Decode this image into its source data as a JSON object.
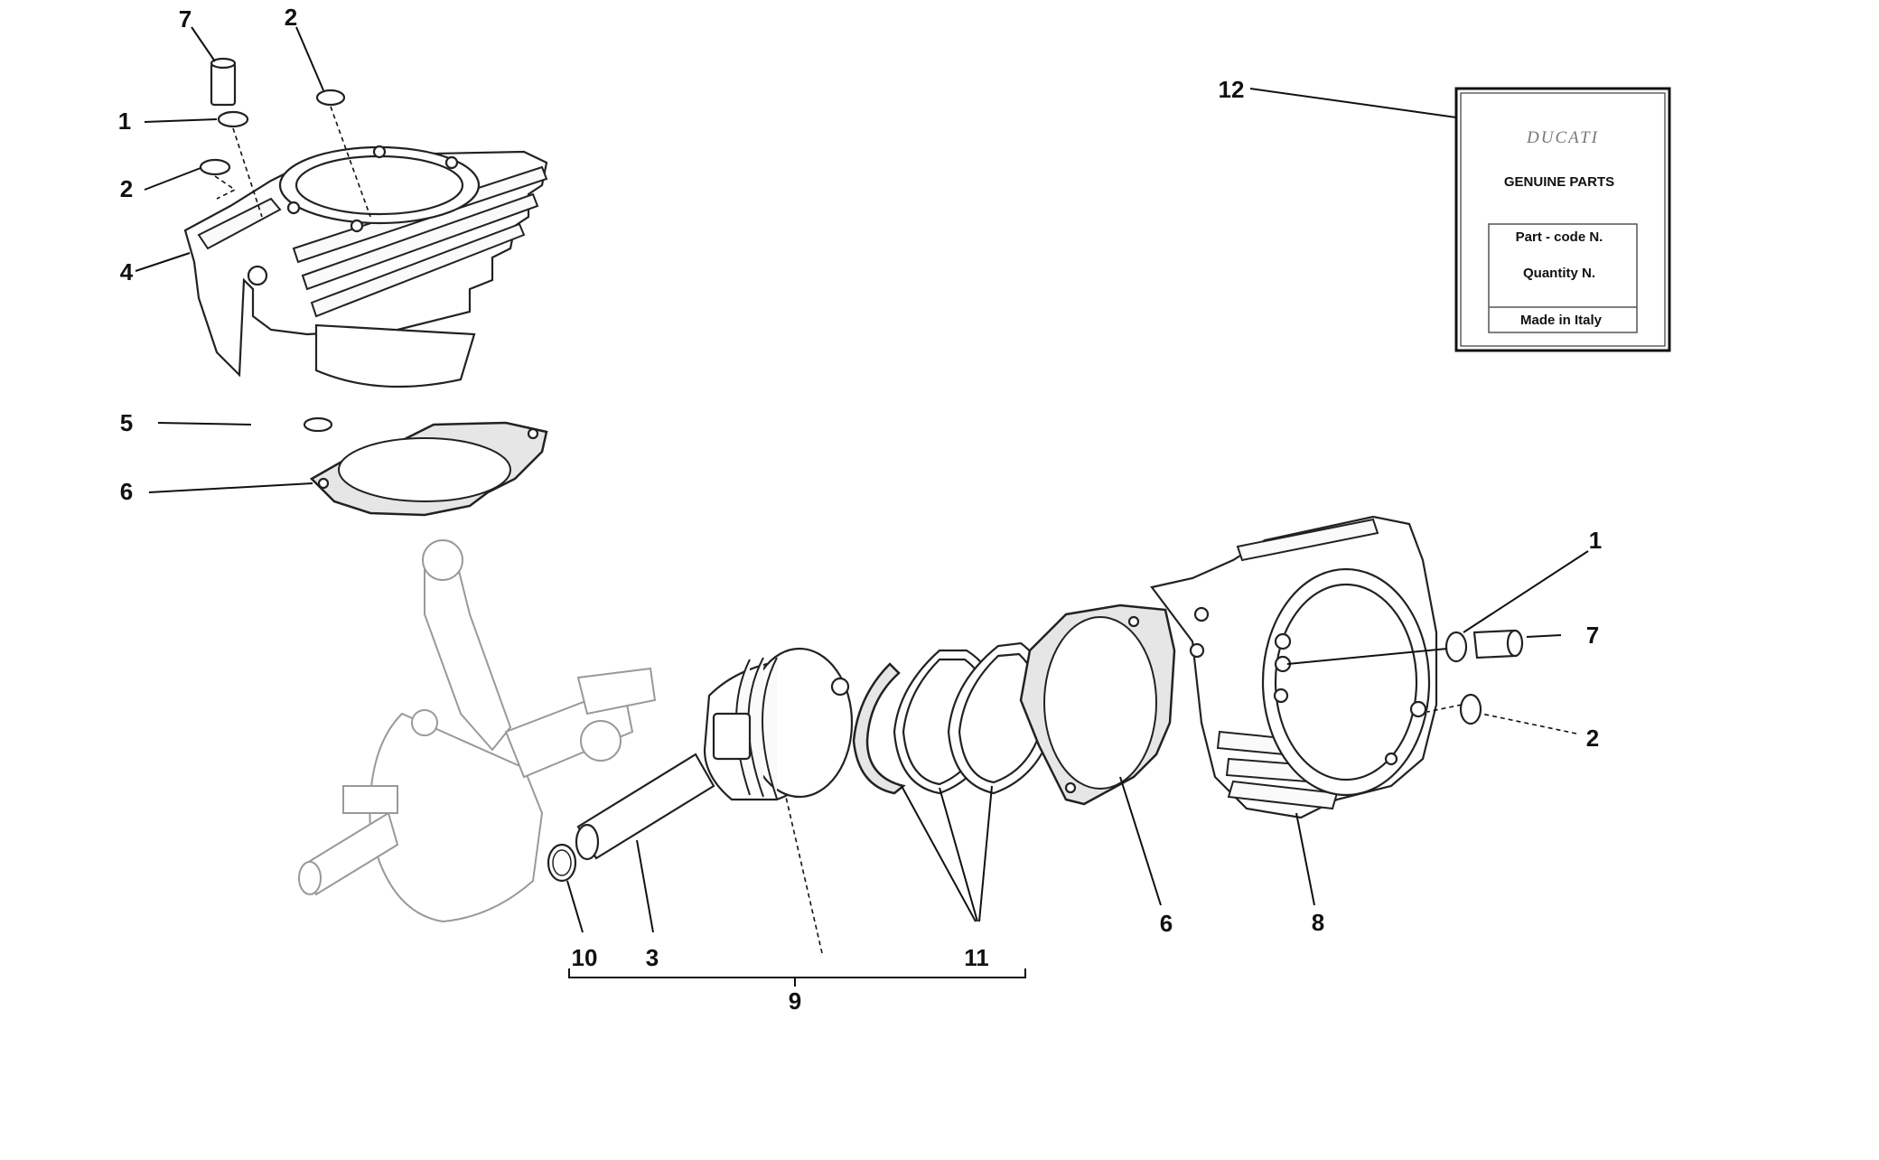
{
  "callouts": {
    "top_7": "7",
    "top_2": "2",
    "left_1": "1",
    "left_2": "2",
    "left_4": "4",
    "left_5": "5",
    "left_6": "6",
    "label_12": "12",
    "right_1": "1",
    "right_7": "7",
    "right_2": "2",
    "bottom_6": "6",
    "bottom_8": "8",
    "bottom_10": "10",
    "bottom_3": "3",
    "bottom_11": "11",
    "bottom_9": "9"
  },
  "tag": {
    "logo": "DUCATI",
    "title": "GENUINE PARTS",
    "part_code": "Part - code N.",
    "quantity": "Quantity N.",
    "origin": "Made in Italy"
  }
}
